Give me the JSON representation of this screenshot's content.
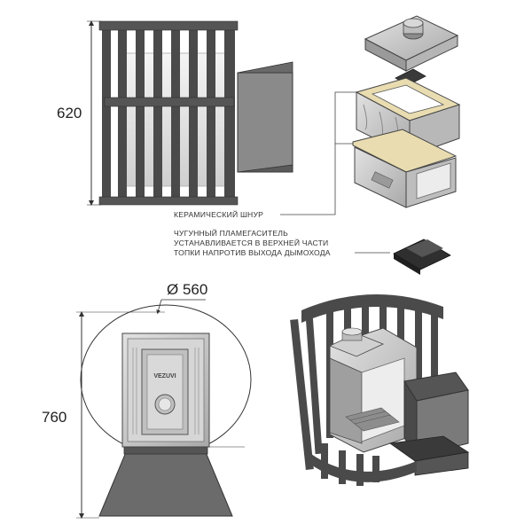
{
  "dimensions": {
    "height_top": "620",
    "height_bottom": "760",
    "diameter": "Ø 560"
  },
  "annotations": {
    "ceramic_cord": "КЕРАМИЧЕСКИЙ ШНУР",
    "flame_line1": "ЧУГУННЫЙ ПЛАМЕГАСИТЕЛЬ",
    "flame_line2": "УСТАНАВЛИВАЕТСЯ В ВЕРХНЕЙ ЧАСТИ",
    "flame_line3": "ТОПКИ НАПРОТИВ ВЫХОДА ДЫМОХОДА"
  },
  "door": {
    "brand": "VEZUVI"
  },
  "colors": {
    "steel": "#4a4a4a",
    "steel_light": "#6b6b6b",
    "cast": "#c9c9c9",
    "cord": "#e8dcb0",
    "line": "#333333"
  }
}
